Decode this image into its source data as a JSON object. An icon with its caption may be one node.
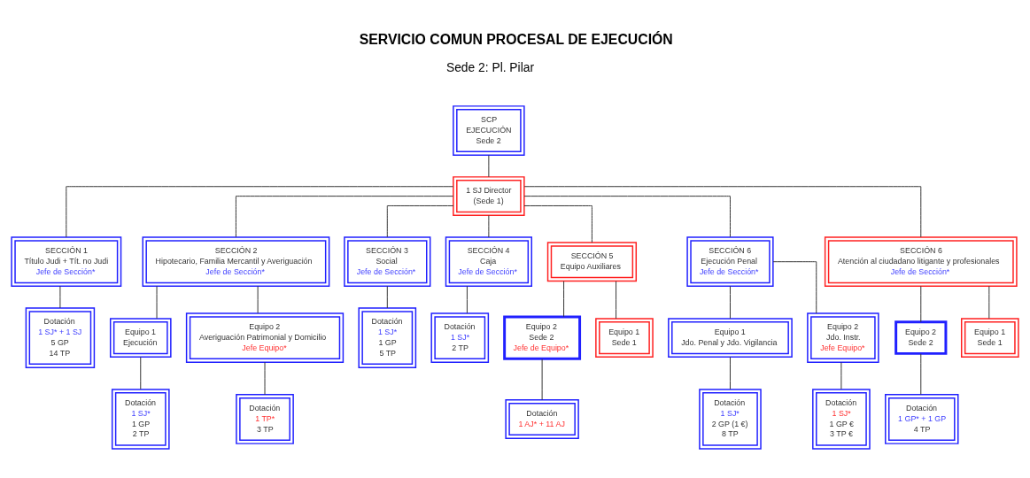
{
  "diagram": {
    "title": "SERVICIO COMUN PROCESAL DE EJECUCIÓN",
    "labels": [
      "Sede 2: Pl. Pilar"
    ],
    "nodes": [
      {
        "text": [
          "SCP",
          "EJECUCIÓN",
          "Sede 2"
        ]
      },
      {
        "text": [
          "1 SJ Director",
          "(Sede 1)"
        ]
      },
      {
        "text": [
          "SECCIÓN 1",
          "Título Judi + Tít. no Judi",
          "Jefe de Sección*"
        ]
      },
      {
        "text": [
          "SECCIÓN 2",
          "Hipotecario, Familia Mercantil y Averiguación",
          "Jefe de Sección*"
        ]
      },
      {
        "text": [
          "SECCIÓN 3",
          "Social",
          "Jefe de Sección*"
        ]
      },
      {
        "text": [
          "SECCIÓN 4",
          "Caja",
          "Jefe de Sección*"
        ]
      },
      {
        "text": [
          "SECCIÓN 5",
          "Equipo Auxiliares"
        ]
      },
      {
        "text": [
          "SECCIÓN 6",
          "Ejecución Penal",
          "Jefe de Sección*"
        ]
      },
      {
        "text": [
          "SECCIÓN 6",
          "Atención al ciudadano litigante y profesionales",
          "Jefe de Sección*"
        ]
      },
      {
        "text": [
          "Dotación",
          "1 SJ* + 1 SJ",
          "5 GP",
          "14 TP"
        ]
      },
      {
        "text": [
          "Equipo 1",
          "Ejecución"
        ]
      },
      {
        "text": [
          "Equipo 2",
          "Averiguación Patrimonial y Domicilio",
          "Jefe Equipo*"
        ]
      },
      {
        "text": [
          "Dotación",
          "1 SJ*",
          "1 GP",
          "5 TP"
        ]
      },
      {
        "text": [
          "Dotación",
          "1 SJ*",
          "2 TP"
        ]
      },
      {
        "text": [
          "Equipo 2",
          "Sede 2",
          "Jefe de Equipo*"
        ]
      },
      {
        "text": [
          "Equipo 1",
          "Sede 1"
        ]
      },
      {
        "text": [
          "Equipo 1",
          "Jdo. Penal y Jdo. Vigilancia"
        ]
      },
      {
        "text": [
          "Equipo 2",
          "Jdo. Instr.",
          "Jefe Equipo*"
        ]
      },
      {
        "text": [
          "Equipo 2",
          "Sede 2"
        ]
      },
      {
        "text": [
          "Equipo 1",
          "Sede 1"
        ]
      },
      {
        "text": [
          "Dotación",
          "1 SJ*",
          "1 GP",
          "2 TP"
        ]
      },
      {
        "text": [
          "Dotación",
          "1 TP*",
          "3 TP"
        ]
      },
      {
        "text": [
          "Dotación",
          "1 AJ* + 11 AJ"
        ]
      },
      {
        "text": [
          "Dotación",
          "1 SJ*",
          "2 GP (1 €)",
          "8 TP"
        ]
      },
      {
        "text": [
          "Dotación",
          "1 SJ*",
          "1 GP €",
          "3 TP €"
        ]
      },
      {
        "text": [
          "Dotación",
          "1 GP* + 1 GP",
          "4 TP"
        ]
      }
    ],
    "edges": [
      {
        "from": 0,
        "to": 1,
        "arrow": "none"
      },
      {
        "from": 1,
        "to": 2,
        "arrow": "none"
      },
      {
        "from": 1,
        "to": 3,
        "arrow": "none"
      },
      {
        "from": 1,
        "to": 4,
        "arrow": "none"
      },
      {
        "from": 1,
        "to": 5,
        "arrow": "none"
      },
      {
        "from": 1,
        "to": 6,
        "arrow": "none"
      },
      {
        "from": 1,
        "to": 7,
        "arrow": "none"
      },
      {
        "from": 1,
        "to": 8,
        "arrow": "none"
      },
      {
        "from": 2,
        "to": 9,
        "arrow": "none"
      },
      {
        "from": 3,
        "to": 10,
        "arrow": "none"
      },
      {
        "from": 3,
        "to": 11,
        "arrow": "none"
      },
      {
        "from": 4,
        "to": 12,
        "arrow": "none"
      },
      {
        "from": 5,
        "to": 13,
        "arrow": "none"
      },
      {
        "from": 6,
        "to": 14,
        "arrow": "none"
      },
      {
        "from": 6,
        "to": 15,
        "arrow": "none"
      },
      {
        "from": 7,
        "to": 16,
        "arrow": "none"
      },
      {
        "from": 7,
        "to": 17,
        "arrow": "none"
      },
      {
        "from": 8,
        "to": 18,
        "arrow": "none"
      },
      {
        "from": 8,
        "to": 19,
        "arrow": "none"
      },
      {
        "from": 10,
        "to": 20,
        "arrow": "none"
      },
      {
        "from": 11,
        "to": 21,
        "arrow": "none"
      },
      {
        "from": 14,
        "to": 22,
        "arrow": "none"
      },
      {
        "from": 16,
        "to": 23,
        "arrow": "none"
      },
      {
        "from": 17,
        "to": 24,
        "arrow": "none"
      },
      {
        "from": 18,
        "to": 25,
        "arrow": "none"
      }
    ]
  }
}
